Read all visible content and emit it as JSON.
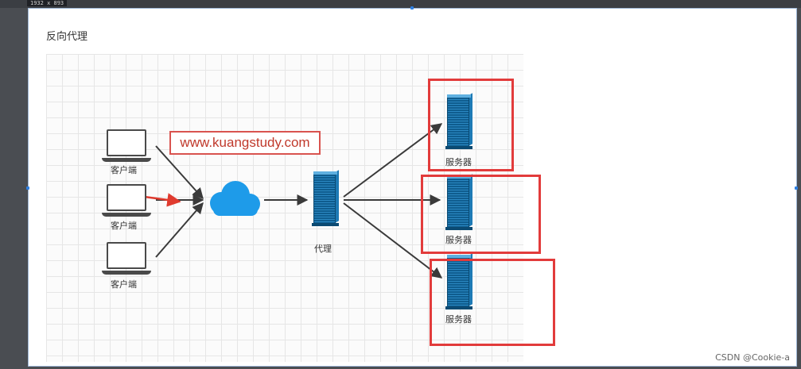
{
  "title": "反向代理",
  "dimension_badge": "1932 x 893",
  "url_annotation": "www.kuangstudy.com",
  "clients": [
    {
      "label": "客户端"
    },
    {
      "label": "客户端"
    },
    {
      "label": "客户端"
    }
  ],
  "proxy": {
    "label": "代理"
  },
  "servers": [
    {
      "label": "服务器"
    },
    {
      "label": "服务器"
    },
    {
      "label": "服务器"
    }
  ],
  "watermark": "CSDN @Cookie-a",
  "colors": {
    "highlight": "#e23b3b",
    "server": "#0f5d8f",
    "cloud": "#1e9be9",
    "arrow": "#3a3a3a"
  },
  "icons": {
    "client": "laptop-icon",
    "internet": "cloud-icon",
    "proxy": "server-icon",
    "server": "server-icon"
  }
}
